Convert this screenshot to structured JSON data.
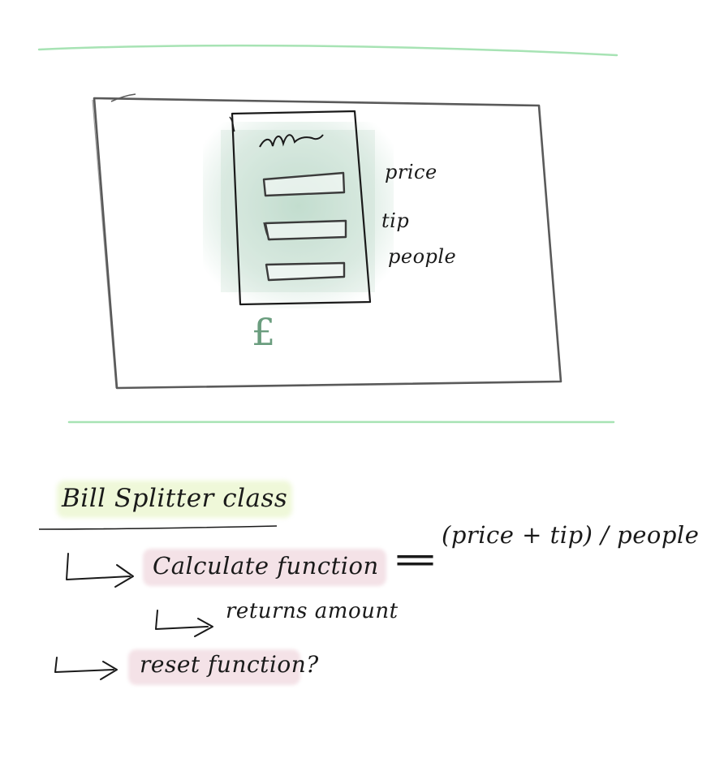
{
  "mockup": {
    "field_labels": [
      "price",
      "tip",
      "people"
    ],
    "currency_icon": "pound-sign-icon",
    "currency_symbol": "£"
  },
  "notes": {
    "class_title": "Bill Splitter class",
    "calculate": "Calculate function",
    "equals": "=",
    "formula": "(price + tip) / people",
    "returns": "returns amount",
    "reset": "reset function?"
  },
  "colors": {
    "ink": "#1a1a1a",
    "frame": "#5a5a5a",
    "divider": "#a7e3b4",
    "mint": "#9fcab3",
    "pound": "#6a9d7e",
    "highlight_pink": "#e7b9c8",
    "highlight_yellow": "#eef6c8"
  }
}
